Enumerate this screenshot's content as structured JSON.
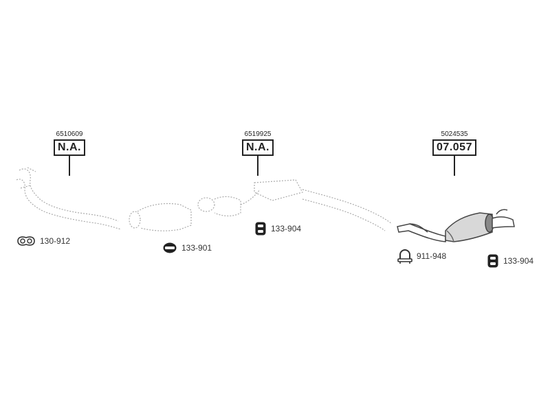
{
  "callouts": [
    {
      "number": "6510609",
      "code": "N.A."
    },
    {
      "number": "6519925",
      "code": "N.A."
    },
    {
      "number": "5024535",
      "code": "07.057"
    }
  ],
  "parts": [
    {
      "code": "130-912",
      "icon": "gasket-icon"
    },
    {
      "code": "133-901",
      "icon": "round-mount-icon"
    },
    {
      "code": "133-904",
      "icon": "rubber-hanger-icon"
    },
    {
      "code": "911-948",
      "icon": "clamp-icon"
    },
    {
      "code": "133-904",
      "icon": "rubber-hanger-icon"
    }
  ]
}
